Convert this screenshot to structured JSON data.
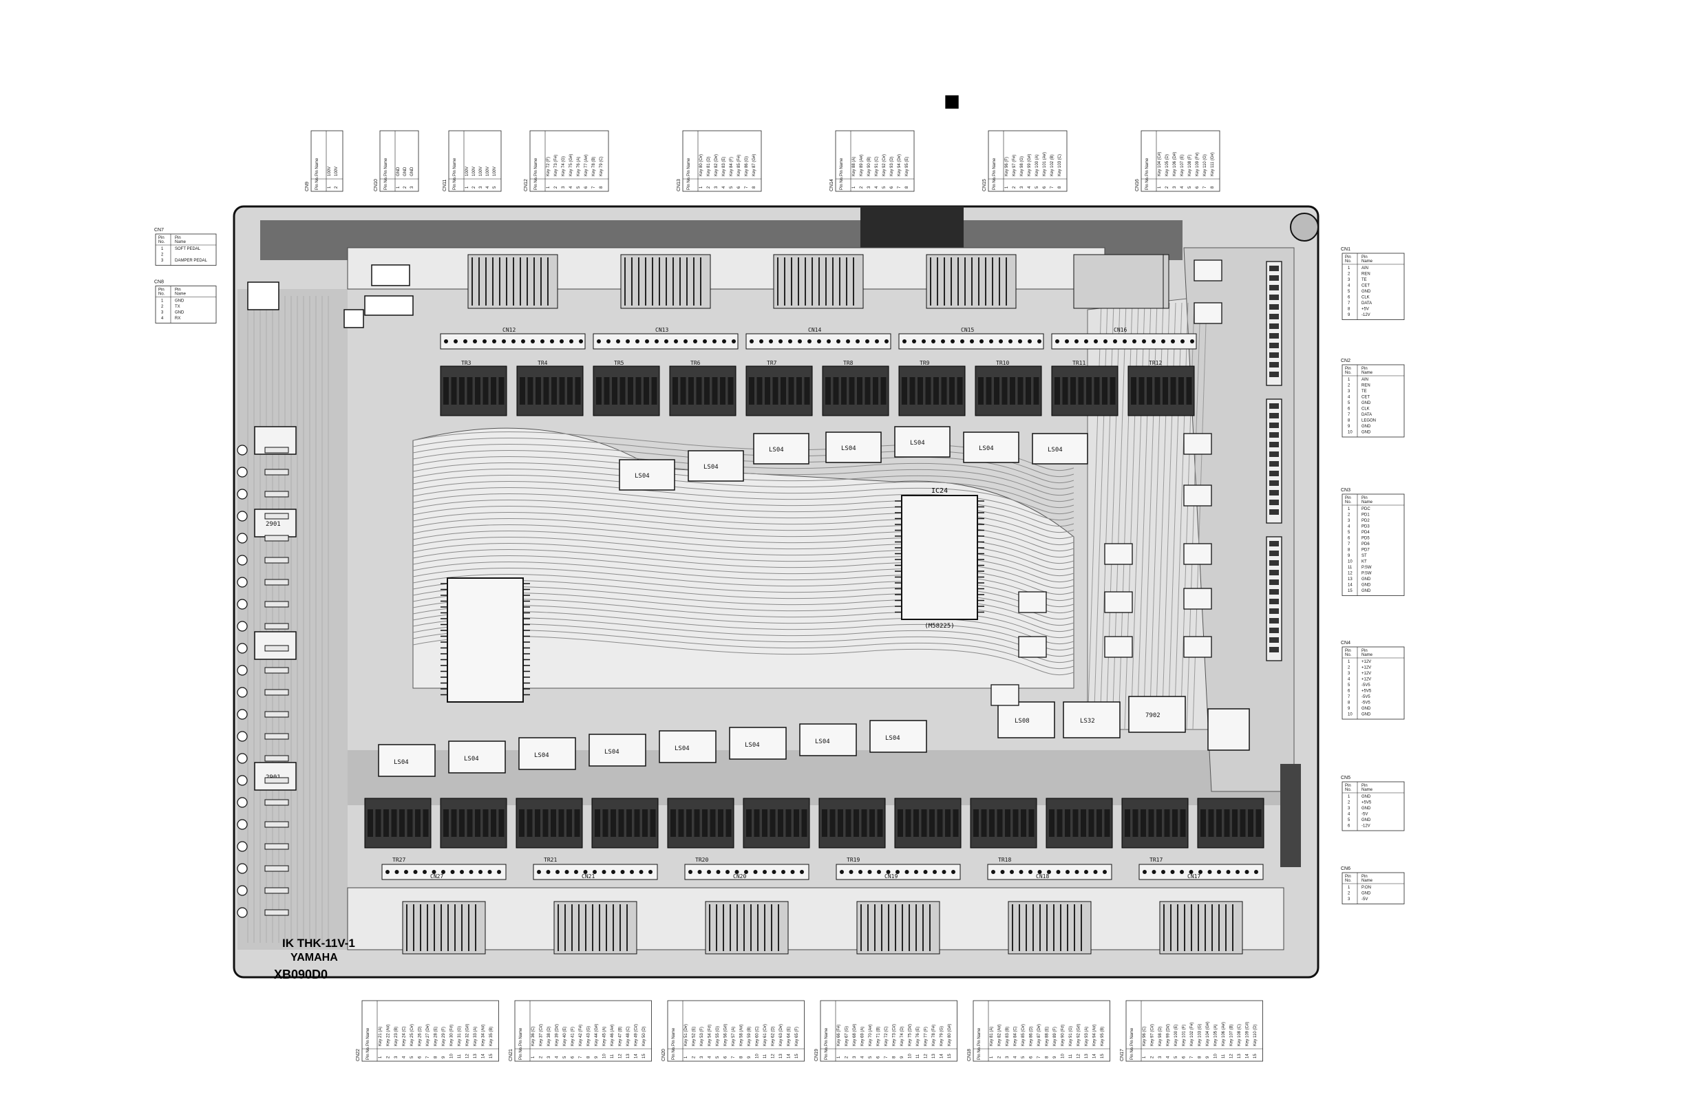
{
  "page": {
    "header_marker": "■"
  },
  "board": {
    "model": "IK THK-11V-1",
    "maker": "YAMAHA",
    "part_no": "XB090D0",
    "ic_main": "IC24",
    "ic_main_sub": "(M58225)",
    "ls04_label": "LS04",
    "ls08_label": "LS08",
    "ls32_label": "LS32",
    "ic_7902": "7902",
    "ic_2901": "2901",
    "tr_labels": [
      "TR3",
      "TR4",
      "TR5",
      "TR6",
      "TR7",
      "TR8",
      "TR9",
      "TR10",
      "TR11",
      "TR12"
    ],
    "cn_top_labels": [
      "CN12",
      "CN13",
      "CN14",
      "CN15",
      "CN16"
    ],
    "cn_bottom_labels": [
      "CN27",
      "CN21",
      "CN20",
      "CN19",
      "CN18",
      "CN17"
    ],
    "tr_bottom_labels": [
      "TR27",
      "TR21",
      "TR20",
      "TR19",
      "TR18",
      "TR17"
    ]
  },
  "pin_header": {
    "pin": "Pin",
    "no": "No.",
    "name": "Name"
  },
  "left_tables": [
    {
      "label": "CN7",
      "rows": [
        [
          "1",
          "SOFT PEDAL"
        ],
        [
          "2",
          ""
        ],
        [
          "3",
          "DAMPER PEDAL"
        ]
      ]
    },
    {
      "label": "CN8",
      "rows": [
        [
          "1",
          "GND"
        ],
        [
          "2",
          "TX"
        ],
        [
          "3",
          "GND"
        ],
        [
          "4",
          "RX"
        ]
      ]
    }
  ],
  "right_tables": [
    {
      "label": "CN1",
      "rows": [
        [
          "1",
          "AIN"
        ],
        [
          "2",
          "REN"
        ],
        [
          "3",
          "TE"
        ],
        [
          "4",
          "CET"
        ],
        [
          "5",
          "GND"
        ],
        [
          "6",
          "CLK"
        ],
        [
          "7",
          "DATA"
        ],
        [
          "8",
          "+5V"
        ],
        [
          "9",
          "-12V"
        ]
      ]
    },
    {
      "label": "CN2",
      "rows": [
        [
          "1",
          "AIN"
        ],
        [
          "2",
          "REN"
        ],
        [
          "3",
          "TE"
        ],
        [
          "4",
          "CET"
        ],
        [
          "5",
          "GND"
        ],
        [
          "6",
          "CLK"
        ],
        [
          "7",
          "DATA"
        ],
        [
          "8",
          "LEGON"
        ],
        [
          "9",
          "GND"
        ],
        [
          "10",
          "GND"
        ]
      ]
    },
    {
      "label": "CN3",
      "rows": [
        [
          "1",
          "PDC"
        ],
        [
          "2",
          "PD1"
        ],
        [
          "3",
          "PD2"
        ],
        [
          "4",
          "PD3"
        ],
        [
          "5",
          "PD4"
        ],
        [
          "6",
          "PD5"
        ],
        [
          "7",
          "PD6"
        ],
        [
          "8",
          "PD7"
        ],
        [
          "9",
          "ST"
        ],
        [
          "10",
          "KT"
        ],
        [
          "11",
          "P.SW"
        ],
        [
          "12",
          "P.SW"
        ],
        [
          "13",
          "GND"
        ],
        [
          "14",
          "GND"
        ],
        [
          "15",
          "GND"
        ]
      ]
    },
    {
      "label": "CN4",
      "rows": [
        [
          "1",
          "+12V"
        ],
        [
          "2",
          "+12V"
        ],
        [
          "3",
          "+12V"
        ],
        [
          "4",
          "+12V"
        ],
        [
          "5",
          "-5V5"
        ],
        [
          "6",
          "+5V5"
        ],
        [
          "7",
          "-5V5"
        ],
        [
          "8",
          "-5V5"
        ],
        [
          "9",
          "GND"
        ],
        [
          "10",
          "GND"
        ]
      ]
    },
    {
      "label": "CN5",
      "rows": [
        [
          "1",
          "GND"
        ],
        [
          "2",
          "+5V5"
        ],
        [
          "3",
          "GND"
        ],
        [
          "4",
          "-5V"
        ],
        [
          "5",
          "GND"
        ],
        [
          "6",
          "-12V"
        ]
      ]
    },
    {
      "label": "CN6",
      "rows": [
        [
          "1",
          "P.ON"
        ],
        [
          "2",
          "GND"
        ],
        [
          "3",
          "-5V"
        ]
      ]
    }
  ],
  "top_tables": [
    {
      "label": "CN9",
      "rows": [
        [
          "1",
          "100V"
        ],
        [
          "2",
          "100V"
        ]
      ]
    },
    {
      "label": "CN10",
      "rows": [
        [
          "1",
          "GND"
        ],
        [
          "2",
          "GND"
        ],
        [
          "3",
          "GND"
        ]
      ]
    },
    {
      "label": "CN11",
      "rows": [
        [
          "1",
          "100V"
        ],
        [
          "2",
          "100V"
        ],
        [
          "3",
          "100V"
        ],
        [
          "4",
          "100V"
        ],
        [
          "5",
          "100V"
        ]
      ]
    },
    {
      "label": "CN12",
      "rows": [
        [
          "1",
          "Key 72 (F)"
        ],
        [
          "2",
          "Key 73 (F#)"
        ],
        [
          "3",
          "Key 74 (G)"
        ],
        [
          "4",
          "Key 75 (G#)"
        ],
        [
          "5",
          "Key 76 (A)"
        ],
        [
          "6",
          "Key 77 (A#)"
        ],
        [
          "7",
          "Key 78 (B)"
        ],
        [
          "8",
          "Key 79 (C)"
        ]
      ]
    },
    {
      "label": "CN13",
      "rows": [
        [
          "1",
          "Key 80 (C#)"
        ],
        [
          "2",
          "Key 81 (D)"
        ],
        [
          "3",
          "Key 82 (D#)"
        ],
        [
          "4",
          "Key 83 (E)"
        ],
        [
          "5",
          "Key 84 (F)"
        ],
        [
          "6",
          "Key 85 (F#)"
        ],
        [
          "7",
          "Key 86 (G)"
        ],
        [
          "8",
          "Key 87 (G#)"
        ]
      ]
    },
    {
      "label": "CN14",
      "rows": [
        [
          "1",
          "Key 88 (A)"
        ],
        [
          "2",
          "Key 89 (A#)"
        ],
        [
          "3",
          "Key 90 (B)"
        ],
        [
          "4",
          "Key 91 (C)"
        ],
        [
          "5",
          "Key 92 (C#)"
        ],
        [
          "6",
          "Key 93 (D)"
        ],
        [
          "7",
          "Key 94 (D#)"
        ],
        [
          "8",
          "Key 95 (E)"
        ]
      ]
    },
    {
      "label": "CN15",
      "rows": [
        [
          "1",
          "Key 96 (F)"
        ],
        [
          "2",
          "Key 97 (F#)"
        ],
        [
          "3",
          "Key 98 (G)"
        ],
        [
          "4",
          "Key 99 (G#)"
        ],
        [
          "5",
          "Key 100 (A)"
        ],
        [
          "6",
          "Key 101 (A#)"
        ],
        [
          "7",
          "Key 102 (B)"
        ],
        [
          "8",
          "Key 103 (C)"
        ]
      ]
    },
    {
      "label": "CN16",
      "rows": [
        [
          "1",
          "Key 104 (C#)"
        ],
        [
          "2",
          "Key 105 (D)"
        ],
        [
          "3",
          "Key 106 (D#)"
        ],
        [
          "4",
          "Key 107 (E)"
        ],
        [
          "5",
          "Key 108 (F)"
        ],
        [
          "6",
          "Key 109 (F#)"
        ],
        [
          "7",
          "Key 110 (G)"
        ],
        [
          "8",
          "Key 111 (G#)"
        ]
      ]
    }
  ],
  "bottom_tables": [
    {
      "label": "CN22",
      "rows": [
        [
          "1",
          "Key 21 (A)"
        ],
        [
          "2",
          "Key 22 (A#)"
        ],
        [
          "3",
          "Key 23 (B)"
        ],
        [
          "4",
          "Key 24 (C)"
        ],
        [
          "5",
          "Key 25 (C#)"
        ],
        [
          "6",
          "Key 26 (D)"
        ],
        [
          "7",
          "Key 27 (D#)"
        ],
        [
          "8",
          "Key 28 (E)"
        ],
        [
          "9",
          "Key 29 (F)"
        ],
        [
          "10",
          "Key 30 (F#)"
        ],
        [
          "11",
          "Key 31 (G)"
        ],
        [
          "12",
          "Key 32 (G#)"
        ],
        [
          "13",
          "Key 33 (A)"
        ],
        [
          "14",
          "Key 34 (A#)"
        ],
        [
          "15",
          "Key 35 (B)"
        ]
      ]
    },
    {
      "label": "CN21",
      "rows": [
        [
          "1",
          "Key 36 (C)"
        ],
        [
          "2",
          "Key 37 (C#)"
        ],
        [
          "3",
          "Key 38 (D)"
        ],
        [
          "4",
          "Key 39 (D#)"
        ],
        [
          "5",
          "Key 40 (E)"
        ],
        [
          "6",
          "Key 41 (F)"
        ],
        [
          "7",
          "Key 42 (F#)"
        ],
        [
          "8",
          "Key 43 (G)"
        ],
        [
          "9",
          "Key 44 (G#)"
        ],
        [
          "10",
          "Key 45 (A)"
        ],
        [
          "11",
          "Key 46 (A#)"
        ],
        [
          "12",
          "Key 47 (B)"
        ],
        [
          "13",
          "Key 48 (C)"
        ],
        [
          "14",
          "Key 49 (C#)"
        ],
        [
          "15",
          "Key 50 (D)"
        ]
      ]
    },
    {
      "label": "CN20",
      "rows": [
        [
          "1",
          "Key 51 (D#)"
        ],
        [
          "2",
          "Key 52 (E)"
        ],
        [
          "3",
          "Key 53 (F)"
        ],
        [
          "4",
          "Key 54 (F#)"
        ],
        [
          "5",
          "Key 55 (G)"
        ],
        [
          "6",
          "Key 56 (G#)"
        ],
        [
          "7",
          "Key 57 (A)"
        ],
        [
          "8",
          "Key 58 (A#)"
        ],
        [
          "9",
          "Key 59 (B)"
        ],
        [
          "10",
          "Key 60 (C)"
        ],
        [
          "11",
          "Key 61 (C#)"
        ],
        [
          "12",
          "Key 62 (D)"
        ],
        [
          "13",
          "Key 63 (D#)"
        ],
        [
          "14",
          "Key 64 (E)"
        ],
        [
          "15",
          "Key 65 (F)"
        ]
      ]
    },
    {
      "label": "CN19",
      "rows": [
        [
          "1",
          "Key 66 (F#)"
        ],
        [
          "2",
          "Key 67 (G)"
        ],
        [
          "3",
          "Key 68 (G#)"
        ],
        [
          "4",
          "Key 69 (A)"
        ],
        [
          "5",
          "Key 70 (A#)"
        ],
        [
          "6",
          "Key 71 (B)"
        ],
        [
          "7",
          "Key 72 (C)"
        ],
        [
          "8",
          "Key 73 (C#)"
        ],
        [
          "9",
          "Key 74 (D)"
        ],
        [
          "10",
          "Key 75 (D#)"
        ],
        [
          "11",
          "Key 76 (E)"
        ],
        [
          "12",
          "Key 77 (F)"
        ],
        [
          "13",
          "Key 78 (F#)"
        ],
        [
          "14",
          "Key 79 (G)"
        ],
        [
          "15",
          "Key 80 (G#)"
        ]
      ]
    },
    {
      "label": "CN18",
      "rows": [
        [
          "1",
          "Key 81 (A)"
        ],
        [
          "2",
          "Key 82 (A#)"
        ],
        [
          "3",
          "Key 83 (B)"
        ],
        [
          "4",
          "Key 84 (C)"
        ],
        [
          "5",
          "Key 85 (C#)"
        ],
        [
          "6",
          "Key 86 (D)"
        ],
        [
          "7",
          "Key 87 (D#)"
        ],
        [
          "8",
          "Key 88 (E)"
        ],
        [
          "9",
          "Key 89 (F)"
        ],
        [
          "10",
          "Key 90 (F#)"
        ],
        [
          "11",
          "Key 91 (G)"
        ],
        [
          "12",
          "Key 92 (G#)"
        ],
        [
          "13",
          "Key 93 (A)"
        ],
        [
          "14",
          "Key 94 (A#)"
        ],
        [
          "15",
          "Key 95 (B)"
        ]
      ]
    },
    {
      "label": "CN17",
      "rows": [
        [
          "1",
          "Key 96 (C)"
        ],
        [
          "2",
          "Key 97 (C#)"
        ],
        [
          "3",
          "Key 98 (D)"
        ],
        [
          "4",
          "Key 99 (D#)"
        ],
        [
          "5",
          "Key 100 (E)"
        ],
        [
          "6",
          "Key 101 (F)"
        ],
        [
          "7",
          "Key 102 (F#)"
        ],
        [
          "8",
          "Key 103 (G)"
        ],
        [
          "9",
          "Key 104 (G#)"
        ],
        [
          "10",
          "Key 105 (A)"
        ],
        [
          "11",
          "Key 106 (A#)"
        ],
        [
          "12",
          "Key 107 (B)"
        ],
        [
          "13",
          "Key 108 (C)"
        ],
        [
          "14",
          "Key 109 (C#)"
        ],
        [
          "15",
          "Key 110 (D)"
        ]
      ]
    }
  ]
}
